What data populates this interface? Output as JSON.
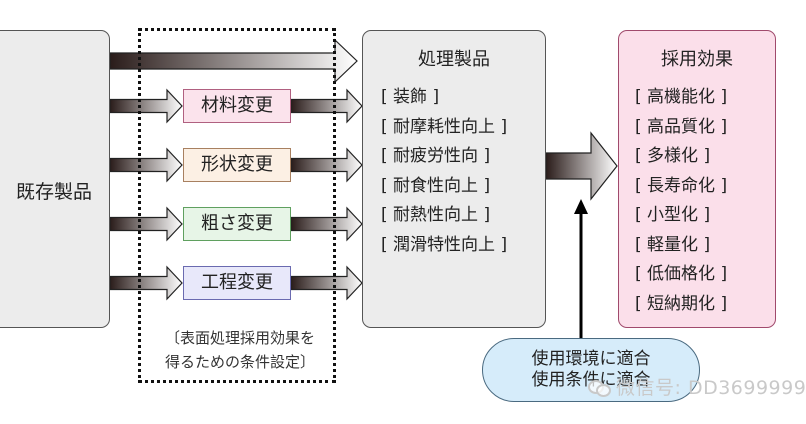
{
  "existing_product": {
    "title": "既存製品"
  },
  "condition_labels": [
    "材料変更",
    "形状変更",
    "粗さ変更",
    "工程変更"
  ],
  "condition_note": [
    "〔表面処理採用効果を",
    "得るための条件設定〕"
  ],
  "processed_product": {
    "title": "処理製品",
    "items": [
      "[ 装飾 ]",
      "[ 耐摩耗性向上 ]",
      "[ 耐疲労性向 ]",
      "[ 耐食性向上 ]",
      "[ 耐熱性向上 ]",
      "[ 潤滑特性向上 ]"
    ]
  },
  "adoption_effects": {
    "title": "採用効果",
    "items": [
      "[ 高機能化 ]",
      "[ 高品質化 ]",
      "[ 多様化 ]",
      "[ 長寿命化 ]",
      "[ 小型化 ]",
      "[ 軽量化 ]",
      "[ 低価格化 ]",
      "[ 短納期化 ]"
    ]
  },
  "requirement": {
    "line1": "使用環境に適合",
    "line2": "使用条件に適合"
  },
  "watermark": {
    "icon": "wechat-icon",
    "text": "微信号: DD3699999"
  },
  "colors": {
    "arrow_dark": "#2a1c1a",
    "arrow_light": "#ffffff",
    "effects_bg": "#fbdfea",
    "oval_bg": "#d6ecfa"
  }
}
